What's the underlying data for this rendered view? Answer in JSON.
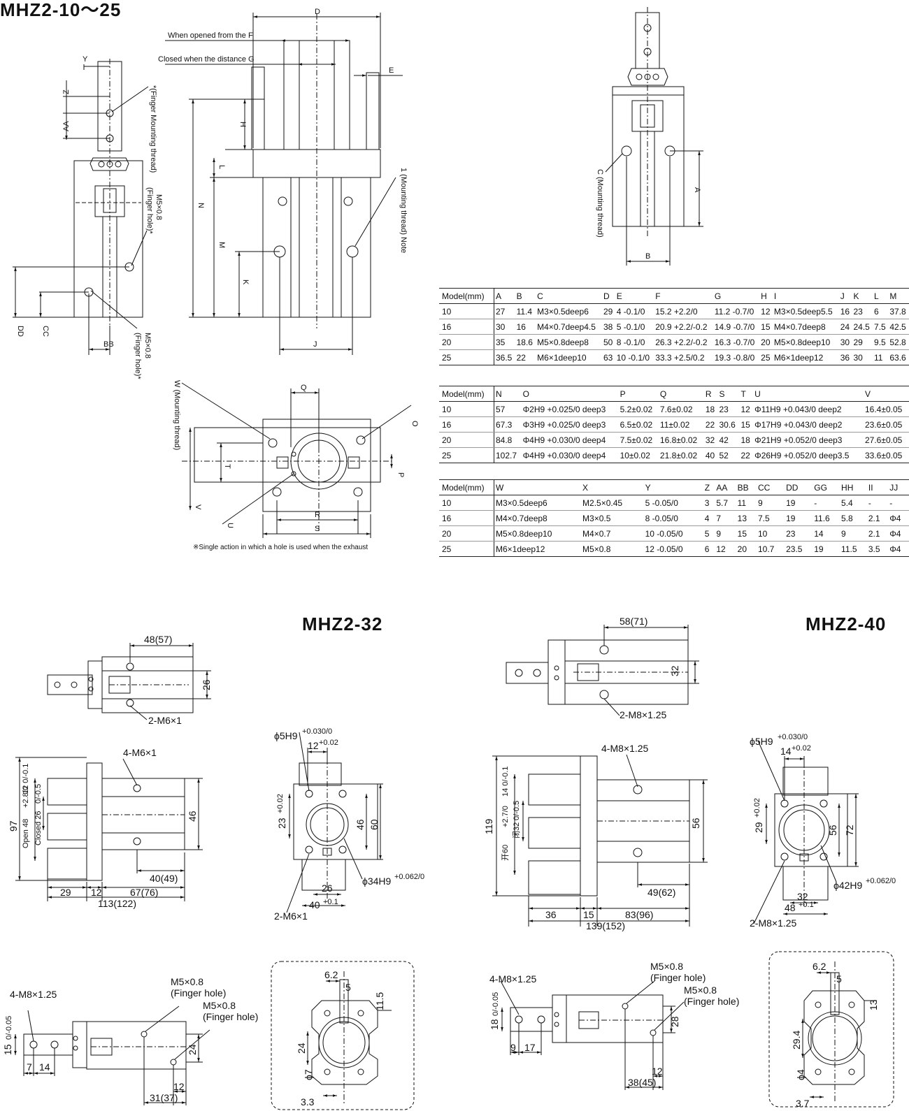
{
  "titles": {
    "series_10_25": "MHZ2-10～25",
    "series_32": "MHZ2-32",
    "series_40": "MHZ2-40"
  },
  "top_drawing": {
    "D": "D",
    "when_opened": "When opened from the F",
    "closed_when": "Closed when the distance G",
    "E": "E",
    "Y": "Y",
    "Z": "Z",
    "AA": "AA",
    "H": "H",
    "L": "L",
    "N": "N",
    "M": "M",
    "K": "K",
    "J": "J",
    "DD": "DD",
    "CC": "CC",
    "BB": "BB",
    "finger_mounting_thread": "*(Finger Mounting thread)",
    "m5_finger_hole_1": "M5×0.8",
    "finger_hole_star": "(Finger hole)*",
    "m5_finger_hole_2": "M5×0.8",
    "finger_hole_star_2": "(Finger hole)*",
    "mounting_thread_note": "1 (Mounting thread) Note",
    "C_mounting_thread": "C (Mounting thread)",
    "A": "A",
    "B": "B",
    "W_mounting_thread": "W (Mounting thread)",
    "Q": "Q",
    "O": "O",
    "T": "T",
    "P": "P",
    "V": "V",
    "U": "U",
    "R": "R",
    "S": "S",
    "note_single_action": "※Single action in which a hole is used when the exhaust"
  },
  "table1": {
    "headers": [
      "Model(mm)",
      "A",
      "B",
      "C",
      "D",
      "E",
      "F",
      "G",
      "H",
      "I",
      "J",
      "K",
      "L",
      "M"
    ],
    "rows": [
      [
        "10",
        "27",
        "11.4",
        "M3×0.5deep6",
        "29",
        "4 -0.1/0",
        "15.2 +2.2/0",
        "11.2 -0.7/0",
        "12",
        "M3×0.5deep5.5",
        "16",
        "23",
        "6",
        "37.8"
      ],
      [
        "16",
        "30",
        "16",
        "M4×0.7deep4.5",
        "38",
        "5 -0.1/0",
        "20.9 +2.2/-0.2",
        "14.9 -0.7/0",
        "15",
        "M4×0.7deep8",
        "24",
        "24.5",
        "7.5",
        "42.5"
      ],
      [
        "20",
        "35",
        "18.6",
        "M5×0.8deep8",
        "50",
        "8 -0.1/0",
        "26.3 +2.2/-0.2",
        "16.3 -0.7/0",
        "20",
        "M5×0.8deep10",
        "30",
        "29",
        "9.5",
        "52.8"
      ],
      [
        "25",
        "36.5",
        "22",
        "M6×1deep10",
        "63",
        "10 -0.1/0",
        "33.3 +2.5/0.2",
        "19.3 -0.8/0",
        "25",
        "M6×1deep12",
        "36",
        "30",
        "11",
        "63.6"
      ]
    ]
  },
  "table2": {
    "headers": [
      "Model(mm)",
      "N",
      "O",
      "P",
      "Q",
      "R",
      "S",
      "T",
      "U",
      "V"
    ],
    "rows": [
      [
        "10",
        "57",
        "Φ2H9 +0.025/0 deep3",
        "5.2±0.02",
        "7.6±0.02",
        "18",
        "23",
        "12",
        "Φ11H9 +0.043/0 deep2",
        "16.4±0.05"
      ],
      [
        "16",
        "67.3",
        "Φ3H9 +0.025/0 deep3",
        "6.5±0.02",
        "11±0.02",
        "22",
        "30.6",
        "15",
        "Φ17H9 +0.043/0 deep2",
        "23.6±0.05"
      ],
      [
        "20",
        "84.8",
        "Φ4H9 +0.030/0 deep4",
        "7.5±0.02",
        "16.8±0.02",
        "32",
        "42",
        "18",
        "Φ21H9 +0.052/0 deep3",
        "27.6±0.05"
      ],
      [
        "25",
        "102.7",
        "Φ4H9 +0.030/0 deep4",
        "10±0.02",
        "21.8±0.02",
        "40",
        "52",
        "22",
        "Φ26H9 +0.052/0 deep3.5",
        "33.6±0.05"
      ]
    ]
  },
  "table3": {
    "headers": [
      "Model(mm)",
      "W",
      "X",
      "Y",
      "Z",
      "AA",
      "BB",
      "CC",
      "DD",
      "GG",
      "HH",
      "II",
      "JJ"
    ],
    "rows": [
      [
        "10",
        "M3×0.5deep6",
        "M2.5×0.45",
        "5 -0.05/0",
        "3",
        "5.7",
        "11",
        "9",
        "19",
        "-",
        "5.4",
        "-",
        "-"
      ],
      [
        "16",
        "M4×0.7deep8",
        "M3×0.5",
        "8 -0.05/0",
        "4",
        "7",
        "13",
        "7.5",
        "19",
        "11.6",
        "5.8",
        "2.1",
        "Φ4"
      ],
      [
        "20",
        "M5×0.8deep10",
        "M4×0.7",
        "10 -0.05/0",
        "5",
        "9",
        "15",
        "10",
        "23",
        "14",
        "9",
        "2.1",
        "Φ4"
      ],
      [
        "25",
        "M6×1deep12",
        "M5×0.8",
        "12 -0.05/0",
        "6",
        "12",
        "20",
        "10.7",
        "23.5",
        "19",
        "11.5",
        "3.5",
        "Φ4"
      ]
    ]
  },
  "mhz32": {
    "d48_57": "48(57)",
    "d26": "26",
    "m6x1_2": "2-M6×1",
    "m6x1_4": "4-M6×1",
    "d97": "97",
    "open48": "Open 48",
    "open48_tol": "+2.8/0",
    "closed26": "Closed 26",
    "closed26_tol": "0/-0.5",
    "d12_tol": "12 0/-0.1",
    "d46": "46",
    "d40_49": "40(49)",
    "d29": "29",
    "d12": "12",
    "d67_76": "67(76)",
    "d113_122": "113(122)",
    "phi5h9": "ϕ5H9",
    "phi5h9_tol": "+0.030/0",
    "d12_002": "12",
    "d12_002_tol": "+0.02",
    "d23": "23",
    "d23_tol": "+0.02",
    "d46b": "46",
    "d60": "60",
    "phi34": "ϕ34H9",
    "phi34_tol": "+0.062/0",
    "d26b": "26",
    "d40": "40",
    "d40_tol": "+0.1",
    "m6x1_2b": "2-M6×1",
    "m8_4": "4-M8×1.25",
    "m5_finger_1": "M5×0.8",
    "finger_hole_1": "(Finger hole)",
    "m5_finger_2": "M5×0.8",
    "finger_hole_2": "(Finger hole)",
    "d15": "15",
    "d15_tol": "0/-0.05",
    "d7": "7",
    "d14": "14",
    "d24": "24",
    "d12c": "12",
    "d31_37": "31(37)",
    "d6_2": "6.2",
    "d5": "5",
    "d11_5": "11.5",
    "d24b": "24",
    "phi7": "ϕ7",
    "d3_3": "3.3"
  },
  "mhz40": {
    "d58_71": "58(71)",
    "d32": "32",
    "m8_2": "2-M8×1.25",
    "m8_4": "4-M8×1.25",
    "d119": "119",
    "open60": "开60",
    "open60_tol": "+2.7/0",
    "close32": "闭32",
    "close32_tol": "0/-0.5",
    "d14_tol": "14 0/-0.1",
    "d56": "56",
    "d49_62": "49(62)",
    "d36": "36",
    "d15": "15",
    "d83_96": "83(96)",
    "d139_152": "139(152)",
    "phi5h9": "ϕ5H9",
    "phi5h9_tol": "+0.030/0",
    "d14_002": "14",
    "d14_002_tol": "+0.02",
    "d29": "29",
    "d29_tol": "+0.02",
    "d56b": "56",
    "d72": "72",
    "phi42": "ϕ42H9",
    "phi42_tol": "+0.062/0",
    "d32b": "32",
    "d48": "48",
    "d48_tol": "+0.1",
    "m8_2b": "2-M8×1.25",
    "m8_4b": "4-M8×1.25",
    "m5_finger_1": "M5×0.8",
    "finger_hole_1": "(Finger hole)",
    "m5_finger_2": "M5×0.8",
    "finger_hole_2": "(Finger hole)",
    "d18": "18",
    "d18_tol": "0/-0.05",
    "d9": "9",
    "d17": "17",
    "d28": "28",
    "d12": "12",
    "d38_45": "38(45)",
    "d6_2": "6.2",
    "d5": "5",
    "d13": "13",
    "d29_4": "29.4",
    "phi4": "ϕ4",
    "d3_7": "3.7"
  }
}
